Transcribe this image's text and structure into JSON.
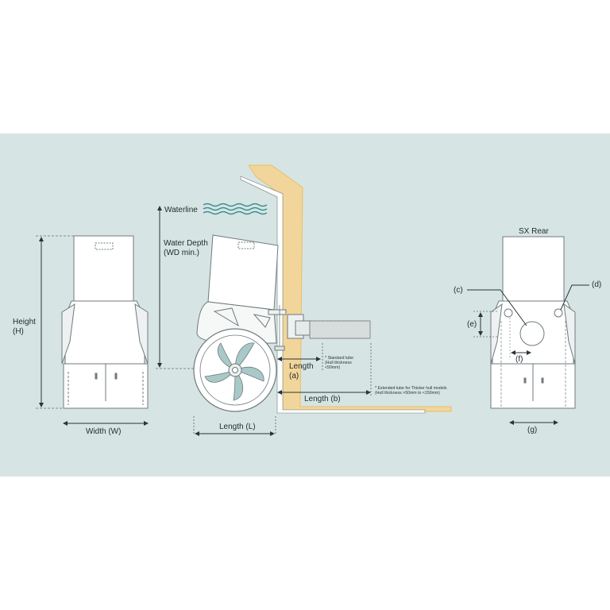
{
  "labels": {
    "waterline": "Waterline",
    "water_depth": "Water Depth (WD min.)",
    "height": "Height (H)",
    "width": "Width (W)",
    "length_l": "Length (L)",
    "length_a": "Length (a)",
    "length_b": "Length (b)",
    "sx_rear": "SX Rear",
    "c": "(c)",
    "d": "(d)",
    "e": "(e)",
    "f": "(f)",
    "g": "(g)"
  },
  "notes": {
    "standard_tube": "* Standard tube (Hull thickness <50mm)",
    "extended_tube": "* Extended tube for Thicker hull models (Hull thickness >50mm to <150mm)"
  },
  "colors": {
    "background": "#d6e5e3",
    "hull": "#f2d59a",
    "hull_edge": "#e8bf6a",
    "unit_fill": "#ffffff",
    "outline": "#6f7a7c",
    "dimension_line": "#2b3436",
    "water": "#3d8e93",
    "propeller": "#a8c9c7"
  },
  "icons": [
    "waves-icon",
    "propeller-icon",
    "arrow-icon"
  ]
}
